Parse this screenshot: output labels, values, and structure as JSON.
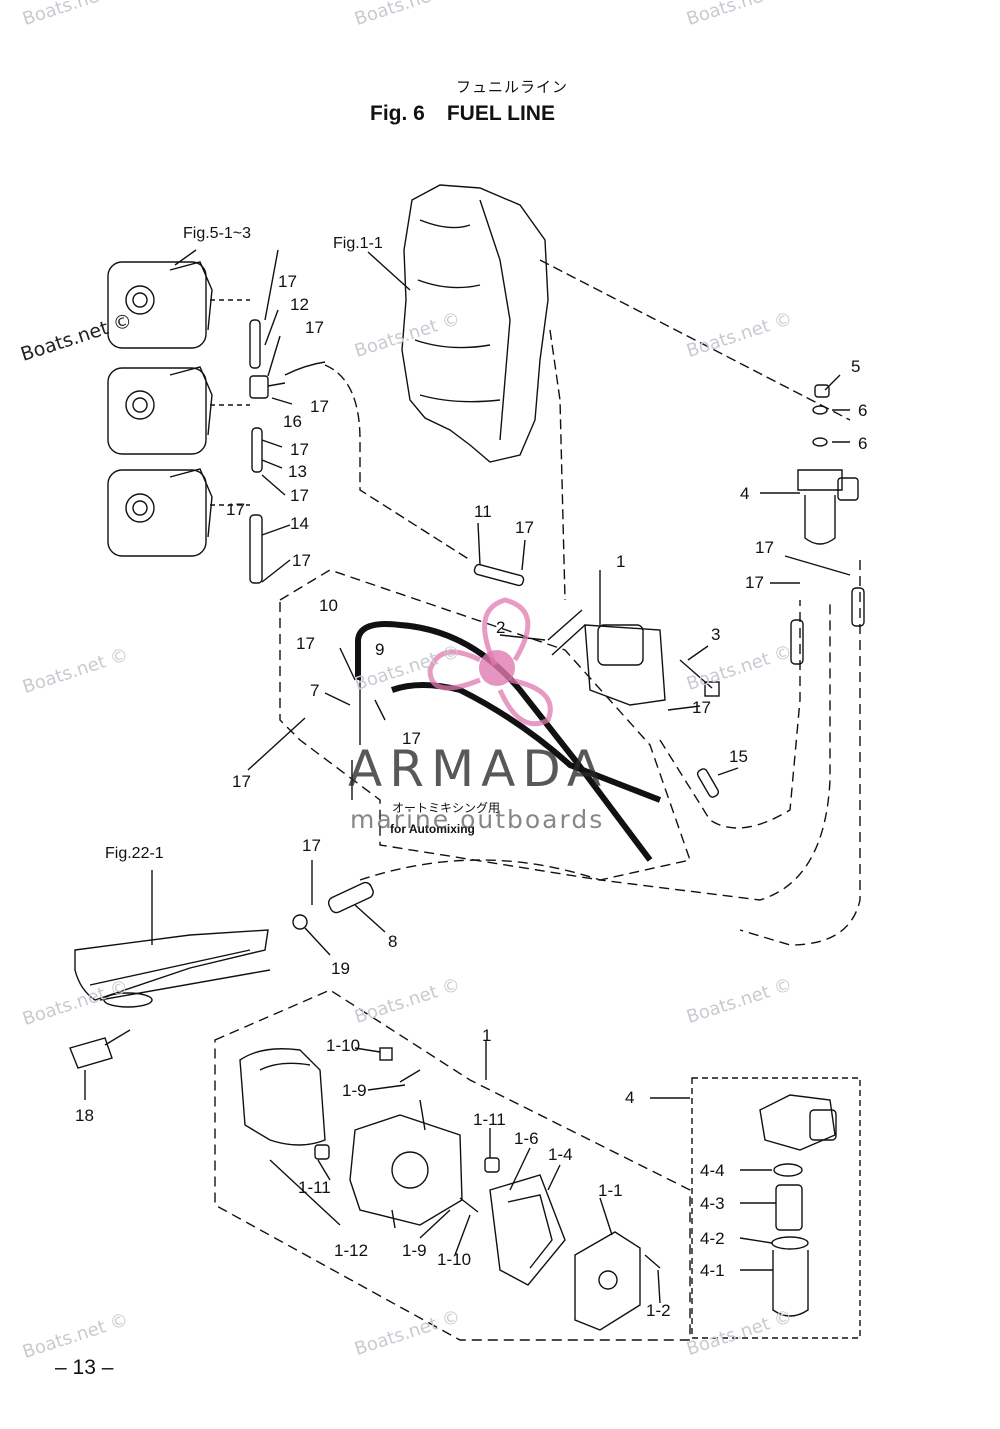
{
  "header": {
    "title_jp": "フュニルライン",
    "fig_label": "Fig. 6",
    "fig_title": "FUEL LINE"
  },
  "refs": {
    "fig5": "Fig.5-1~3",
    "fig1": "Fig.1-1",
    "fig22": "Fig.22-1"
  },
  "watermarks": {
    "site": "Boats.net ©",
    "brand": "ARMADA",
    "brand_sub": "marine outboards"
  },
  "notes": {
    "automix_jp": "オートミキシング用",
    "automix_en": "for Automixing"
  },
  "part_numbers": {
    "p1": "1",
    "p2": "2",
    "p3": "3",
    "p4": "4",
    "p5": "5",
    "p6": "6",
    "p7": "7",
    "p8": "8",
    "p9": "9",
    "p10": "10",
    "p11": "11",
    "p12": "12",
    "p13": "13",
    "p14": "14",
    "p15": "15",
    "p16": "16",
    "p17": "17",
    "p18": "18",
    "p19": "19",
    "p1_1": "1-1",
    "p1_2": "1-2",
    "p1_4": "1-4",
    "p1_6": "1-6",
    "p1_9": "1-9",
    "p1_10": "1-10",
    "p1_11": "1-11",
    "p1_12": "1-12",
    "p4_1": "4-1",
    "p4_2": "4-2",
    "p4_3": "4-3",
    "p4_4": "4-4"
  },
  "footer": {
    "page": "– 13 –"
  },
  "colors": {
    "ink": "#111111",
    "logo_pink": "#e07ab0",
    "watermark": "#c7cbd0"
  }
}
